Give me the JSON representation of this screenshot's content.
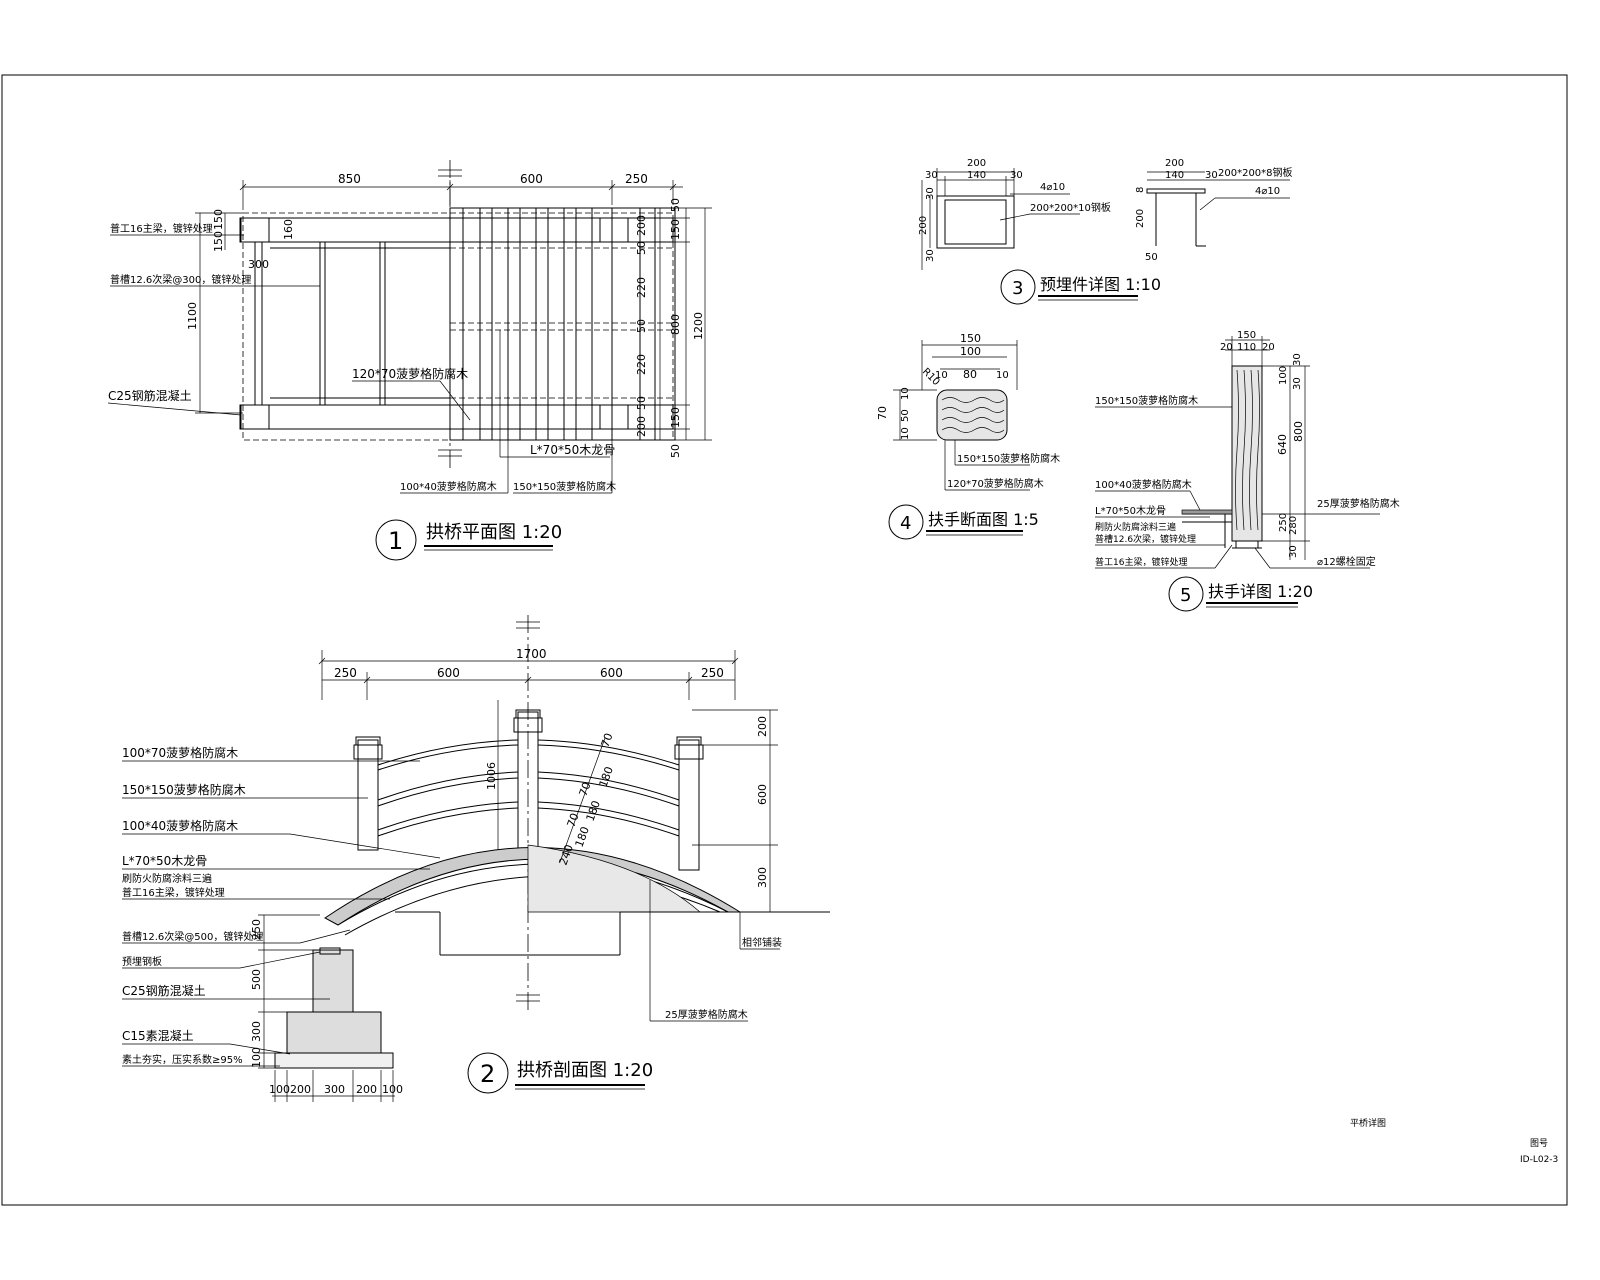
{
  "plan": {
    "title": "拱桥平面图 1:20",
    "number": "1",
    "dims_top": [
      "850",
      "600",
      "250"
    ],
    "dims_left": [
      "150",
      "150",
      "160",
      "300",
      "1100"
    ],
    "dims_right_inner": [
      "200",
      "50",
      "220",
      "50",
      "220",
      "50",
      "200"
    ],
    "dims_right_mid": [
      "50",
      "150",
      "800",
      "150",
      "50"
    ],
    "dims_right_outer": "1200",
    "labels": [
      "普工16主梁，镀锌处理",
      "普槽12.6次梁@300，镀锌处理",
      "C25钢筋混凝土",
      "120*70菠萝格防腐木",
      "L*70*50木龙骨",
      "100*40菠萝格防腐木",
      "150*150菠萝格防腐木"
    ]
  },
  "section": {
    "title": "拱桥剖面图 1:20",
    "number": "2",
    "dim_total": "1700",
    "dims_top": [
      "250",
      "600",
      "600",
      "250"
    ],
    "dims_right": [
      "200",
      "600",
      "300"
    ],
    "dims_left": [
      "250",
      "500",
      "300",
      "100"
    ],
    "dims_bottom": [
      "100",
      "200",
      "300",
      "200",
      "100"
    ],
    "dims_arc": [
      "1006",
      "70",
      "180",
      "70",
      "180",
      "70",
      "180",
      "240"
    ],
    "labels": [
      "100*70菠萝格防腐木",
      "150*150菠萝格防腐木",
      "100*40菠萝格防腐木",
      "L*70*50木龙骨",
      "刷防火防腐涂料三遍",
      "普工16主梁，镀锌处理",
      "普槽12.6次梁@500，镀锌处理",
      "预埋钢板",
      "C25钢筋混凝土",
      "C15素混凝土",
      "素土夯实，压实系数≥95%",
      "25厚菠萝格防腐木",
      "相邻铺装"
    ]
  },
  "embed": {
    "title": "预埋件详图 1:10",
    "number": "3",
    "dims_a": [
      "200",
      "30",
      "140",
      "30",
      "30",
      "200",
      "30"
    ],
    "dims_b": [
      "200",
      "140",
      "30",
      "8",
      "200",
      "50"
    ],
    "labels": [
      "4⌀10",
      "200*200*10钢板",
      "200*200*8钢板",
      "4⌀10"
    ]
  },
  "handrail_section": {
    "title": "扶手断面图 1:5",
    "number": "4",
    "dims": [
      "150",
      "100",
      "80",
      "10",
      "10",
      "R10",
      "70",
      "10",
      "50",
      "10"
    ],
    "labels": [
      "150*150菠萝格防腐木",
      "120*70菠萝格防腐木"
    ]
  },
  "handrail_detail": {
    "title": "扶手详图 1:20",
    "number": "5",
    "dims_top": [
      "150",
      "20",
      "110",
      "20"
    ],
    "dims_right": [
      "30",
      "100",
      "30",
      "800",
      "640",
      "250",
      "280",
      "30"
    ],
    "labels": [
      "150*150菠萝格防腐木",
      "100*40菠萝格防腐木",
      "L*70*50木龙骨",
      "刷防火防腐涂料三遍",
      "普槽12.6次梁，镀锌处理",
      "普工16主梁，镀锌处理",
      "25厚菠萝格防腐木",
      "⌀12螺栓固定"
    ]
  },
  "title_block": {
    "label": "平桥详图",
    "small1": "图号",
    "small2": "ID-L02-3"
  }
}
